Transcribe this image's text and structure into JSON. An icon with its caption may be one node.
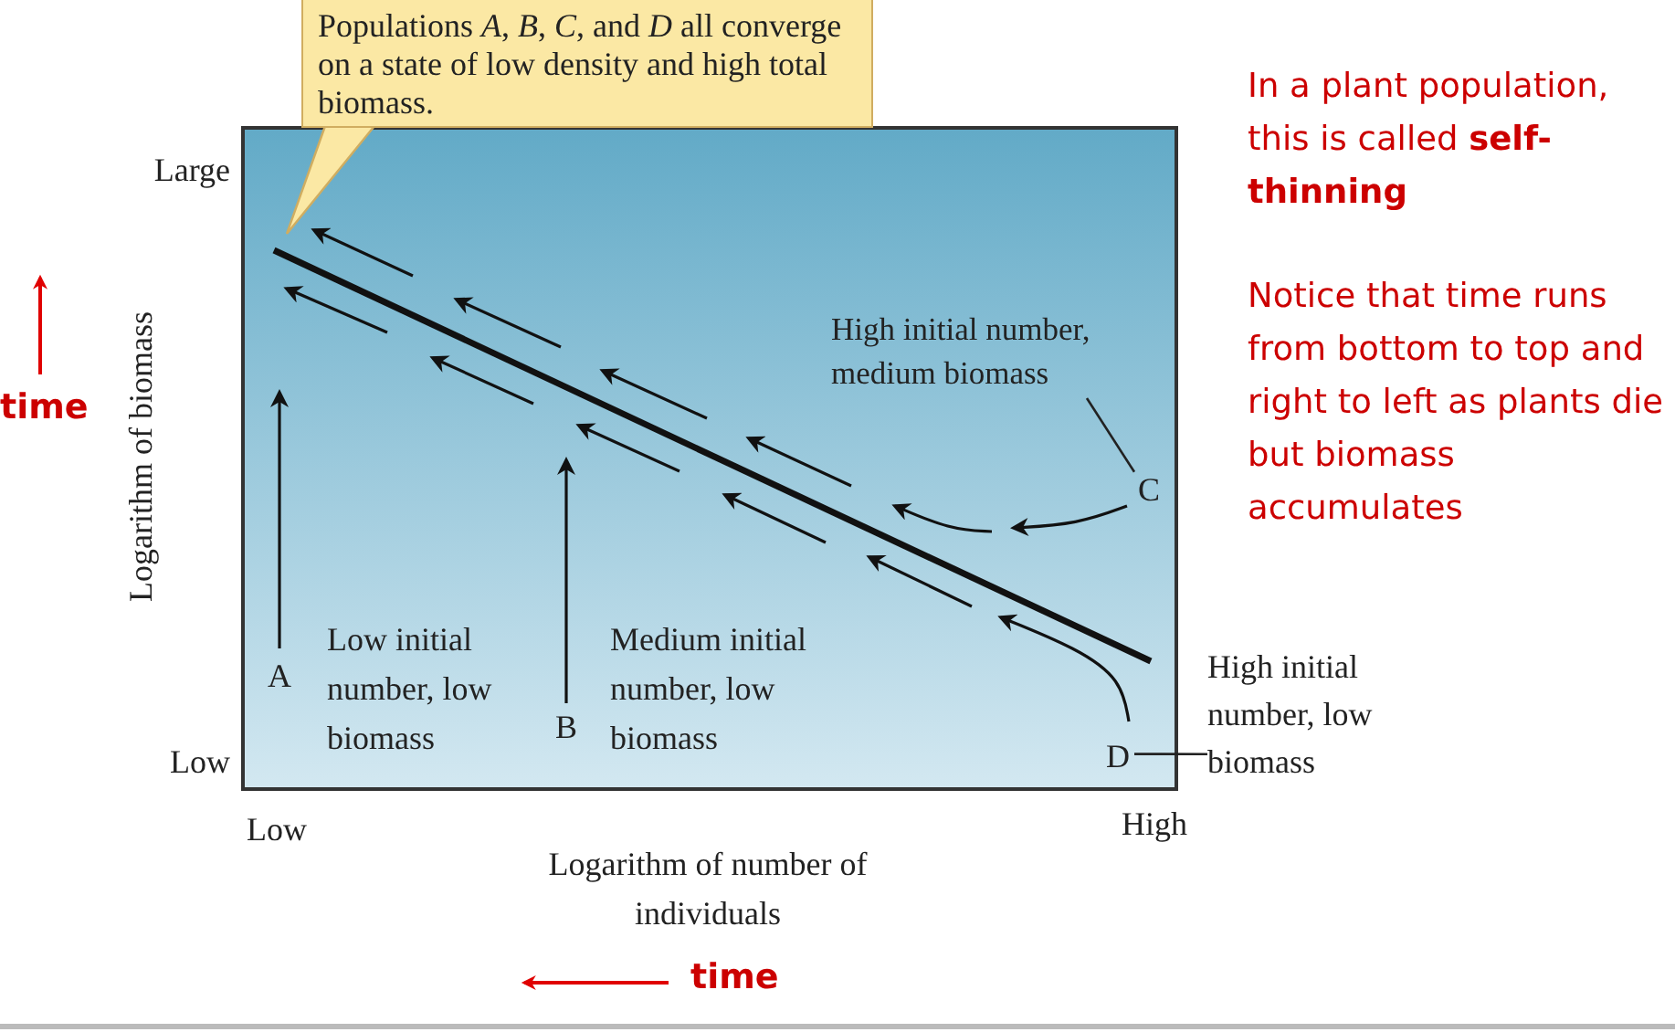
{
  "diagram": {
    "nodes": [
      {
        "text": [
          "Populations *A*, *B*, *C*, and *D* all converge on a state of low density and high total biomass."
        ]
      },
      {
        "text": [
          "High initial number, medium biomass"
        ]
      },
      {
        "text": [
          "C"
        ]
      },
      {
        "text": [
          "D"
        ]
      },
      {
        "text": [
          "High initial number, low biomass"
        ]
      }
    ],
    "edges": [
      {
        "from": 1,
        "to": 2,
        "arrow": "none"
      },
      {
        "from": 3,
        "to": 4,
        "arrow": "none"
      }
    ],
    "labels": [
      "In a plant population, this is called **self-thinning**",
      "Large",
      "Notice that time runs from bottom to top and right to left as plants die but biomass accumulates",
      "time",
      "Logarithm of biomass",
      "A",
      "Low initial number, low biomass",
      "B",
      "Medium initial number, low biomass",
      "Low",
      "Low",
      "High",
      "Logarithm of number of individuals",
      "time"
    ]
  }
}
